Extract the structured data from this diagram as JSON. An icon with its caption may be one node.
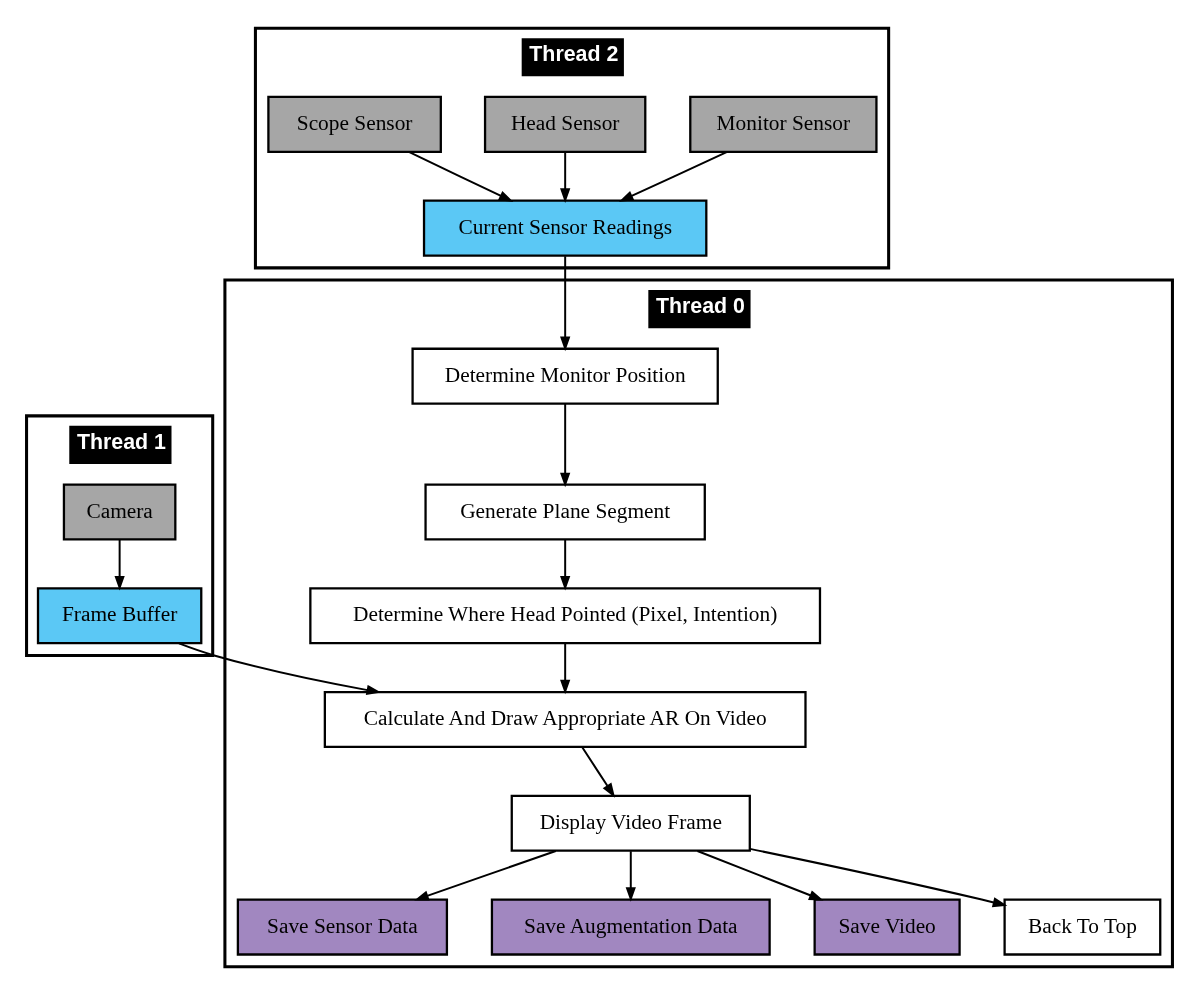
{
  "diagram": {
    "nodes": [
      {
        "text": [
          "Thread 1"
        ]
      },
      {
        "text": [
          "Camera"
        ],
        "in": 0
      },
      {
        "text": [
          "Frame Buffer"
        ],
        "in": 0
      },
      {
        "text": [
          "Thread 0"
        ]
      },
      {
        "text": [
          "Determine Monitor Position"
        ],
        "in": 3
      },
      {
        "text": [
          "Generate Plane Segment"
        ],
        "in": 3
      },
      {
        "text": [
          "Determine Where Head Pointed (Pixel, Intention)"
        ],
        "in": 3
      },
      {
        "text": [
          "Calculate And Draw Appropriate AR On Video"
        ],
        "in": 3
      },
      {
        "text": [
          "Save Sensor Data"
        ],
        "in": 3
      },
      {
        "text": [
          "Display Video Frame"
        ],
        "in": 3
      },
      {
        "text": [
          "Save Augmentation Data"
        ],
        "in": 3
      },
      {
        "text": [
          "Save Video"
        ],
        "in": 3
      },
      {
        "text": [
          "Back To Top"
        ],
        "in": 3
      },
      {
        "text": [
          "Thread 2"
        ]
      },
      {
        "text": [
          "Current Sensor Readings"
        ],
        "in": 13
      },
      {
        "text": [
          "Monitor Sensor"
        ],
        "in": 13
      },
      {
        "text": [
          "Head Sensor"
        ],
        "in": 13
      },
      {
        "text": [
          "Scope Sensor"
        ],
        "in": 13
      }
    ],
    "edges": [
      {
        "from": 1,
        "to": 2,
        "arrow": "to"
      },
      {
        "from": 2,
        "to": 7,
        "arrow": "to"
      },
      {
        "from": 14,
        "to": 4,
        "arrow": "to"
      },
      {
        "from": 15,
        "to": 14,
        "arrow": "to"
      },
      {
        "from": 16,
        "to": 14,
        "arrow": "to"
      },
      {
        "from": 17,
        "to": 14,
        "arrow": "to"
      },
      {
        "from": 4,
        "to": 5,
        "arrow": "to"
      },
      {
        "from": 5,
        "to": 6,
        "arrow": "to"
      },
      {
        "from": 6,
        "to": 7,
        "arrow": "to"
      },
      {
        "from": 7,
        "to": 9,
        "arrow": "to"
      },
      {
        "from": 9,
        "to": 8,
        "arrow": "to"
      },
      {
        "from": 9,
        "to": 10,
        "arrow": "to"
      },
      {
        "from": 9,
        "to": 11,
        "arrow": "to"
      },
      {
        "from": 9,
        "to": 12,
        "arrow": "to"
      }
    ]
  }
}
